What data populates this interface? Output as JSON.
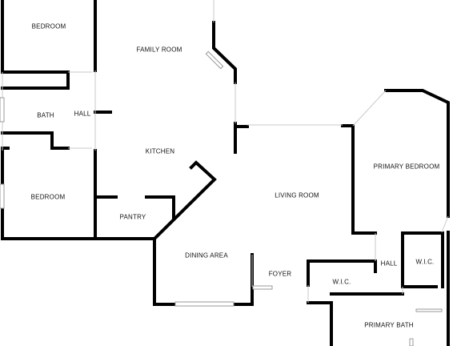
{
  "plan": {
    "rooms": [
      {
        "id": "bedroom-top",
        "label": "BEDROOM"
      },
      {
        "id": "family-room",
        "label": "FAMILY ROOM"
      },
      {
        "id": "bath",
        "label": "BATH"
      },
      {
        "id": "hall-left",
        "label": "HALL"
      },
      {
        "id": "kitchen",
        "label": "KITCHEN"
      },
      {
        "id": "bedroom-bottom",
        "label": "BEDROOM"
      },
      {
        "id": "pantry",
        "label": "PANTRY"
      },
      {
        "id": "living-room",
        "label": "LIVING ROOM"
      },
      {
        "id": "primary-bedroom",
        "label": "PRIMARY BEDROOM"
      },
      {
        "id": "dining-area",
        "label": "DINING AREA"
      },
      {
        "id": "foyer",
        "label": "FOYER"
      },
      {
        "id": "hall-right",
        "label": "HALL"
      },
      {
        "id": "wic-right",
        "label": "W.I.C."
      },
      {
        "id": "wic-left",
        "label": "W.I.C."
      },
      {
        "id": "primary-bath",
        "label": "PRIMARY BATH"
      }
    ],
    "colors": {
      "wall": "#000000",
      "window": "#c9c9c9",
      "background": "#ffffff"
    }
  }
}
